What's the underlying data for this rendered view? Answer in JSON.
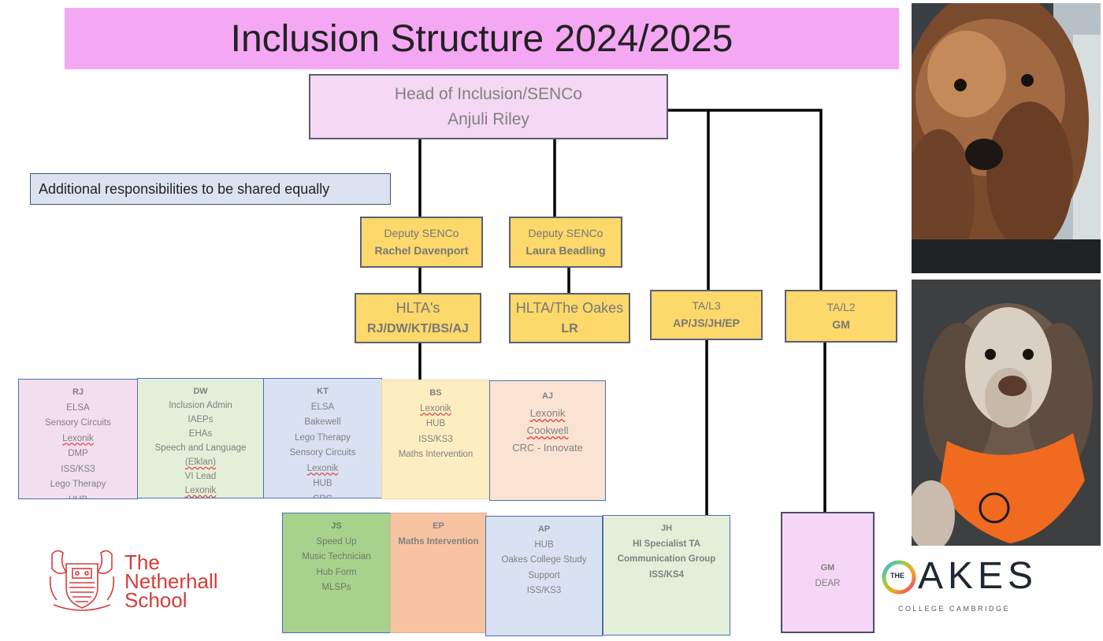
{
  "title": "Inclusion Structure 2024/2025",
  "head": {
    "role": "Head of Inclusion/SENCo",
    "name": "Anjuli Riley"
  },
  "note": "Additional responsibilities to be shared equally",
  "roles": {
    "deputy1": {
      "title": "Deputy SENCo",
      "name": "Rachel Davenport"
    },
    "deputy2": {
      "title": "Deputy SENCo",
      "name": "Laura Beadling"
    },
    "hltas": {
      "title": "HLTA's",
      "name": "RJ/DW/KT/BS/AJ"
    },
    "hltaOakes": {
      "title": "HLTA/The Oakes",
      "name": "LR"
    },
    "tal3": {
      "title": "TA/L3",
      "name": "AP/JS/JH/EP"
    },
    "tal2": {
      "title": "TA/L2",
      "name": "GM"
    }
  },
  "staff": {
    "rj": {
      "code": "RJ",
      "items": [
        "ELSA",
        "Sensory Circuits",
        "Lexonik",
        "DMP",
        "ISS/KS3",
        "Lego Therapy",
        "HUB"
      ]
    },
    "dw": {
      "code": "DW",
      "items": [
        "Inclusion Admin",
        "IAEPs",
        "EHAs",
        "Speech and Language",
        "(Elklan)",
        "VI Lead",
        "Lexonik"
      ]
    },
    "kt": {
      "code": "KT",
      "items": [
        "ELSA",
        "Bakewell",
        "Lego Therapy",
        "Sensory Circuits",
        "Lexonik",
        "HUB",
        "CRC"
      ]
    },
    "bs": {
      "code": "BS",
      "items": [
        "Lexonik",
        "HUB",
        "ISS/KS3",
        "Maths Intervention"
      ]
    },
    "aj": {
      "code": "AJ",
      "items": [
        "Lexonik",
        "Cookwell",
        "CRC - Innovate"
      ]
    },
    "js": {
      "code": "JS",
      "items": [
        "Speed Up",
        "Music Technician",
        "Hub Form",
        "MLSPs"
      ]
    },
    "ep": {
      "code": "EP",
      "items": [
        "Maths Intervention"
      ]
    },
    "ap": {
      "code": "AP",
      "items": [
        "HUB",
        "Oakes College Study",
        "Support",
        "ISS/KS3"
      ]
    },
    "jh": {
      "code": "JH",
      "items": [
        "HI Specialist TA",
        "Communication Group",
        "ISS/KS4"
      ]
    },
    "gm": {
      "code": "GM",
      "items": [
        "DEAR"
      ]
    }
  },
  "logos": {
    "netherhall": [
      "The",
      "Netherhall",
      "School"
    ],
    "oakes": {
      "the": "THE",
      "word": "AKES",
      "sub": "COLLEGE CAMBRIDGE"
    }
  },
  "colors": {
    "banner": "#f4a8f4",
    "head": "#f5d8f4",
    "role": "#fdd86a",
    "note": "#dbe3f3",
    "rj": "#f3deef",
    "dw": "#e3efd8",
    "kt": "#d9e2f2",
    "bs": "#fdeec2",
    "aj": "#fbe3d3",
    "js": "#a8d18c",
    "ep": "#f7c4a2",
    "ap": "#d9e2f2",
    "jh": "#e3efd8",
    "gm": "#f6d6f6",
    "netherhall": "#d83b3b"
  }
}
